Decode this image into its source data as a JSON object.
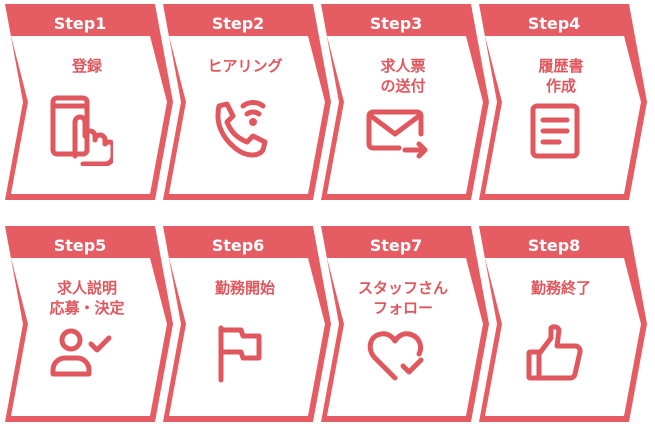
{
  "colors": {
    "accent": "#e65c63",
    "text": "#e0575e",
    "background": "#ffffff"
  },
  "steps": [
    {
      "header": "Step1",
      "title_lines": [
        "登録"
      ],
      "icon": "smartphone-tap-icon"
    },
    {
      "header": "Step2",
      "title_lines": [
        "ヒアリング"
      ],
      "icon": "phone-call-icon"
    },
    {
      "header": "Step3",
      "title_lines": [
        "求人票",
        "の送付"
      ],
      "icon": "mail-send-icon"
    },
    {
      "header": "Step4",
      "title_lines": [
        "履歴書",
        "作成"
      ],
      "icon": "document-icon"
    },
    {
      "header": "Step5",
      "title_lines": [
        "求人説明",
        "応募・決定"
      ],
      "icon": "user-check-icon"
    },
    {
      "header": "Step6",
      "title_lines": [
        "勤務開始"
      ],
      "icon": "flag-icon"
    },
    {
      "header": "Step7",
      "title_lines": [
        "スタッフさん",
        "フォロー"
      ],
      "icon": "heart-check-icon"
    },
    {
      "header": "Step8",
      "title_lines": [
        "勤務終了"
      ],
      "icon": "thumbs-up-icon"
    }
  ]
}
